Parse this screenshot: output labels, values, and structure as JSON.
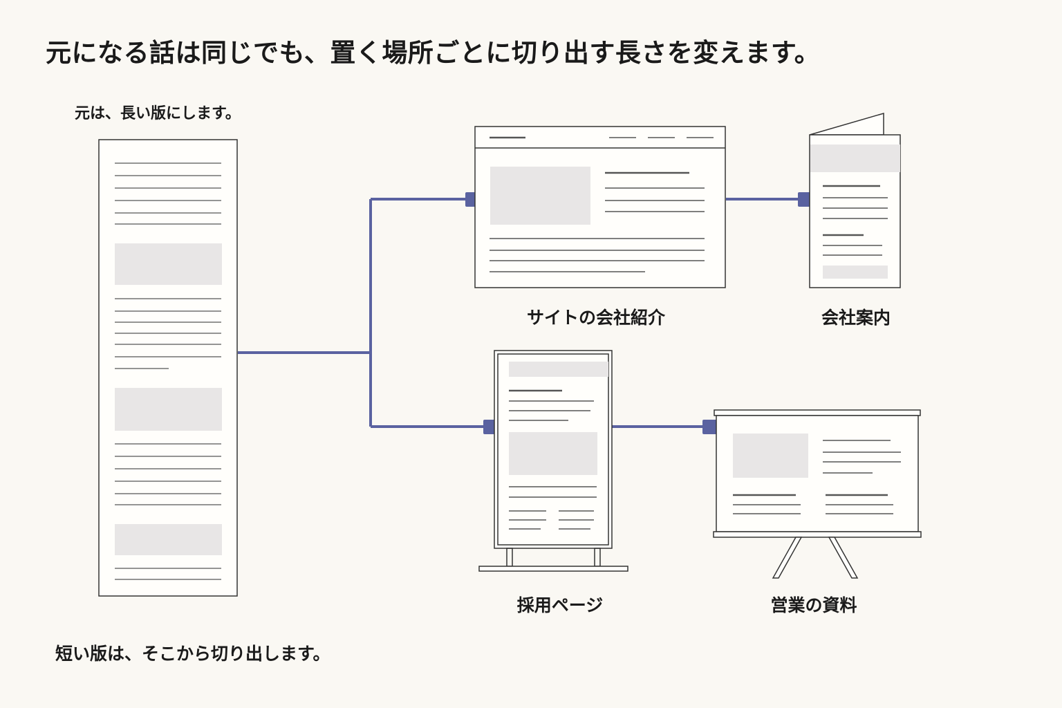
{
  "title": "元になる話は同じでも、置く場所ごとに切り出す長さを変えます。",
  "notes": {
    "top": "元は、長い版にします。",
    "bottom": "短い版は、そこから切り出します。"
  },
  "captions": {
    "site": "サイトの会社紹介",
    "brochure": "会社案内",
    "recruit": "採用ページ",
    "sales": "営業の資料"
  },
  "colors": {
    "background": "#faf8f3",
    "connector": "#5a62a0",
    "outline": "#333333",
    "placeholder": "#e8e6e6"
  }
}
